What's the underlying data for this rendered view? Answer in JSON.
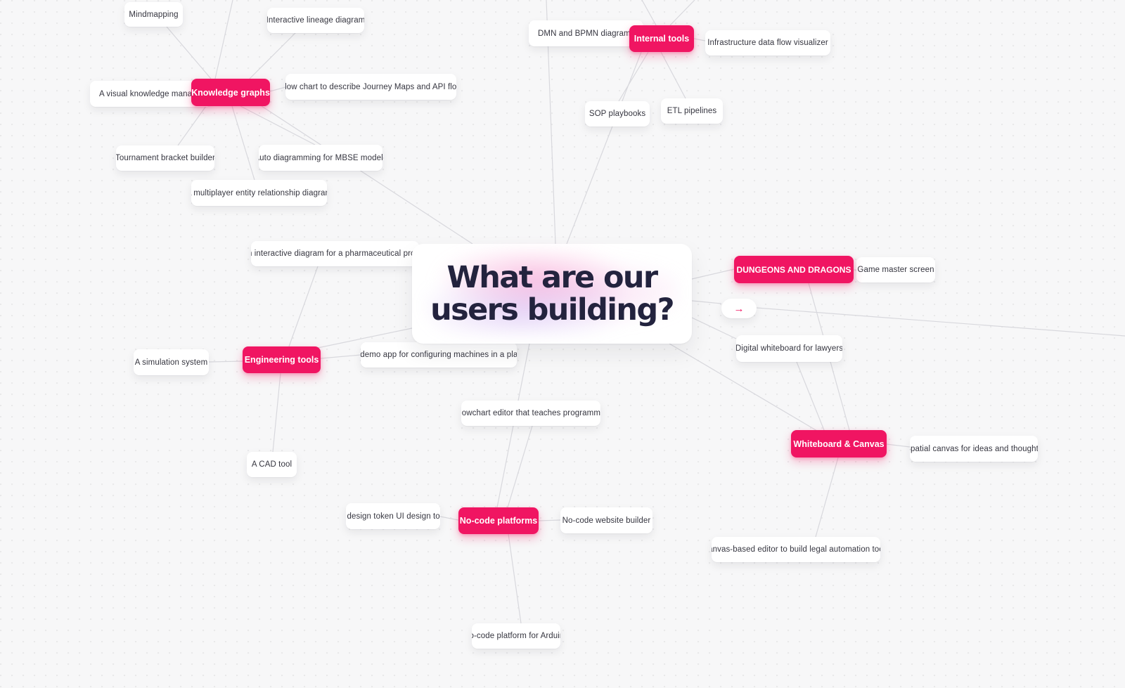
{
  "center": {
    "title_line1": "What are our",
    "title_line2": "users building?"
  },
  "arrow_icon": "→",
  "colors": {
    "category_pink": "#F01562",
    "title_navy": "#23233E",
    "connector_gray": "#D8D8DD"
  },
  "categories": [
    {
      "label": "Knowledge graphs"
    },
    {
      "label": "Internal tools"
    },
    {
      "label": "DUNGEONS AND DRAGONS"
    },
    {
      "label": "Engineering tools"
    },
    {
      "label": "Whiteboard & Canvas"
    },
    {
      "label": "No-code platforms"
    }
  ],
  "leaves": [
    {
      "label": "Mindmapping"
    },
    {
      "label": "Interactive lineage diagram"
    },
    {
      "label": "A visual knowledge managemen"
    },
    {
      "label": "A flow chart to describe Journey Maps and API flows"
    },
    {
      "label": "Tournament bracket builder"
    },
    {
      "label": "Auto diagramming for MBSE models"
    },
    {
      "label": "A multiplayer entity relationship diagram"
    },
    {
      "label": "An interactive diagram for a pharmaceutical project"
    },
    {
      "label": "DMN and BPMN diagram edit"
    },
    {
      "label": "Infrastructure data flow visualizer"
    },
    {
      "label": "SOP playbooks"
    },
    {
      "label": "ETL pipelines"
    },
    {
      "label": "Game master screen"
    },
    {
      "label": "Digital whiteboard for lawyers"
    },
    {
      "label": "A demo app for configuring machines in a plant"
    },
    {
      "label": "A simulation system"
    },
    {
      "label": "A flowchart editor that teaches programming"
    },
    {
      "label": "A CAD tool"
    },
    {
      "label": "Spatial canvas for ideas and thoughts"
    },
    {
      "label": "Canvas-based editor to build legal automation tools"
    },
    {
      "label": "A design token UI design tool"
    },
    {
      "label": "No-code website builder"
    },
    {
      "label": "No-code platform for Arduino"
    }
  ]
}
